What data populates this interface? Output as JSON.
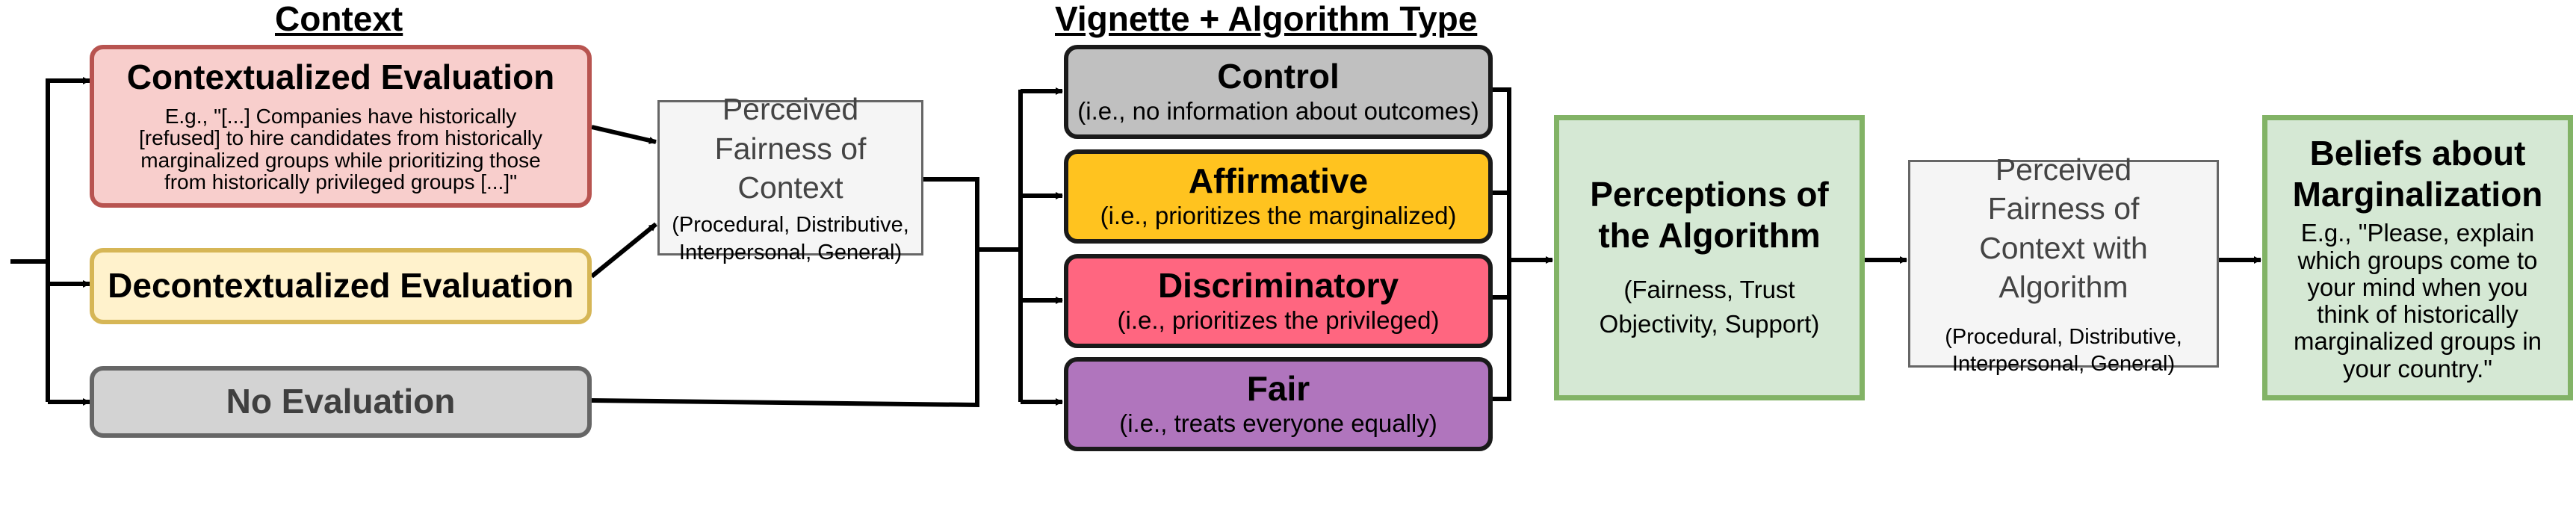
{
  "headings": {
    "context": "Context",
    "vignette": "Vignette + Algorithm Type"
  },
  "context": {
    "contextualized": {
      "label": "Contextualized Evaluation",
      "example": "E.g., \"[...] Companies have historically [refused] to hire candidates from historically marginalized groups while prioritizing those from historically privileged groups [...]\"",
      "fill": "#f8cecc",
      "border": "#b85450"
    },
    "decontextualized": {
      "label": "Decontextualized Evaluation",
      "fill": "#fff2cc",
      "border": "#d6b656"
    },
    "none": {
      "label": "No Evaluation",
      "fill": "#d3d3d3",
      "border": "#666666"
    }
  },
  "perceived_context": {
    "title": "Perceived Fairness of Context",
    "dims": "(Procedural, Distributive, Interpersonal, General)"
  },
  "algorithm_types": [
    {
      "label": "Control",
      "desc": "(i.e., no information about outcomes)",
      "fill": "#c0c0c0"
    },
    {
      "label": "Affirmative",
      "desc": "(i.e., prioritizes the marginalized)",
      "fill": "#ffc31f"
    },
    {
      "label": "Discriminatory",
      "desc": "(i.e., prioritizes the privileged)",
      "fill": "#ff6680"
    },
    {
      "label": "Fair",
      "desc": "(i.e., treats everyone equally)",
      "fill": "#b075bd"
    }
  ],
  "perceptions": {
    "title": "Perceptions of the Algorithm",
    "dims": "(Fairness, Trust Objectivity, Support)"
  },
  "perceived_with_algorithm": {
    "title": "Perceived Fairness of Context with Algorithm",
    "dims": "(Procedural, Distributive, Interpersonal, General)"
  },
  "beliefs": {
    "title": "Beliefs about Marginalization",
    "example": "E.g., \"Please, explain which groups come to your mind when you think of historically marginalized groups in your country.\""
  },
  "colors": {
    "algo_border": "#1a1a1a",
    "green_fill": "#d5e8d4",
    "green_border": "#82b366",
    "plain_fill": "#f5f5f5",
    "plain_border": "#666666"
  }
}
